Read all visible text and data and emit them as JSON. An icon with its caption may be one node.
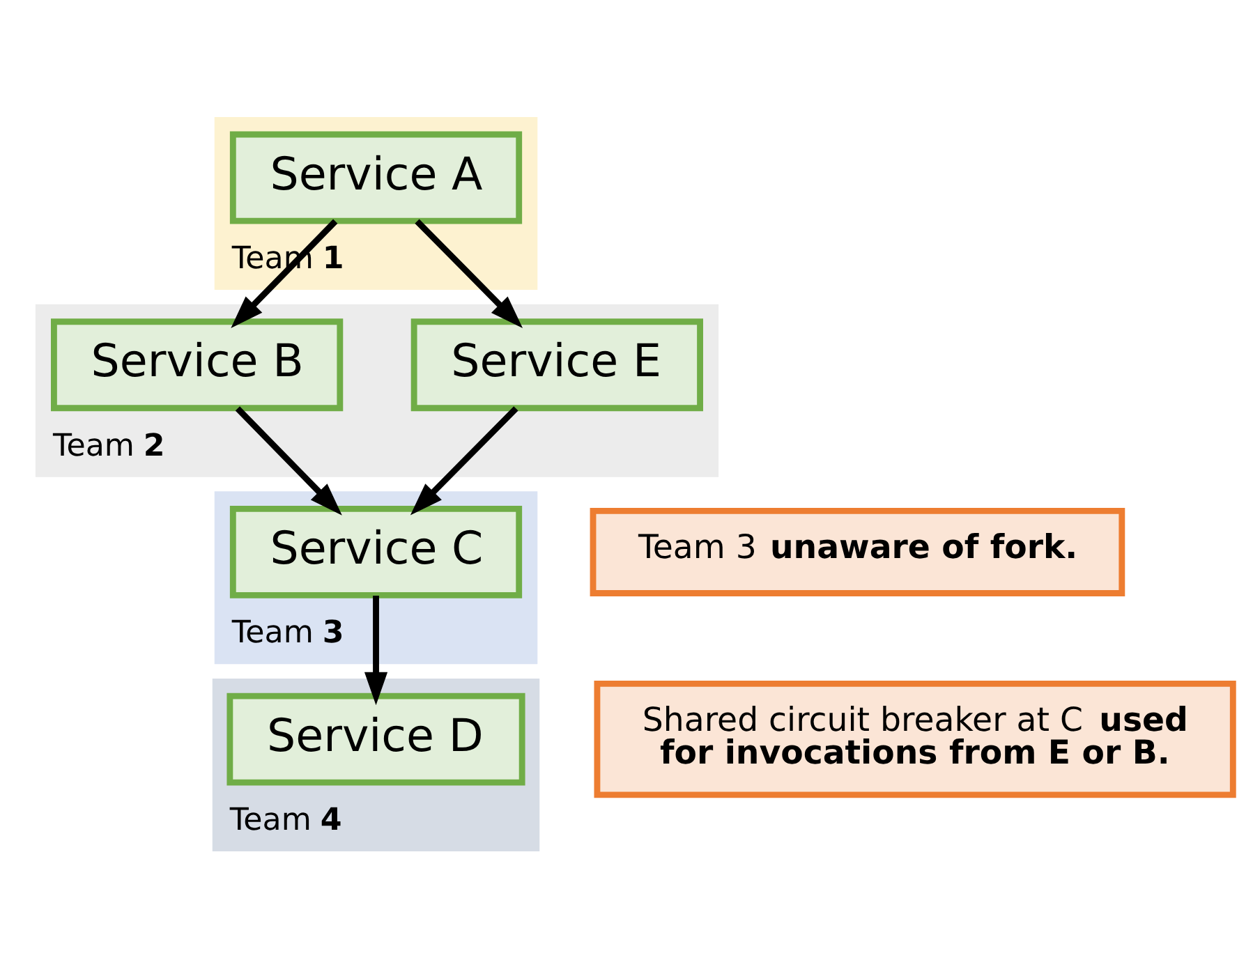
{
  "diagram": {
    "nodes": [
      {
        "text": [
          "Team **1**"
        ]
      },
      {
        "text": [
          "Service A"
        ],
        "in": 0
      },
      {
        "text": [
          "Team **2**"
        ]
      },
      {
        "text": [
          "Service E"
        ],
        "in": 2
      },
      {
        "text": [
          "Service B"
        ],
        "in": 2
      },
      {
        "text": [
          "Team 3 **unaware of fork.**"
        ]
      },
      {
        "text": [
          "Team **3**"
        ]
      },
      {
        "text": [
          "Service C"
        ],
        "in": 6
      },
      {
        "text": [
          "Shared circuit breaker at C **used for invocations from E or B.**"
        ]
      },
      {
        "text": [
          "Team **4**"
        ]
      },
      {
        "text": [
          "Service D"
        ],
        "in": 9
      }
    ],
    "edges": [
      {
        "from": 1,
        "to": 3,
        "arrow": "to"
      },
      {
        "from": 1,
        "to": 4,
        "arrow": "to"
      },
      {
        "from": 3,
        "to": 7,
        "arrow": "to"
      },
      {
        "from": 4,
        "to": 7,
        "arrow": "to"
      },
      {
        "from": 7,
        "to": 10,
        "arrow": "to"
      }
    ]
  }
}
